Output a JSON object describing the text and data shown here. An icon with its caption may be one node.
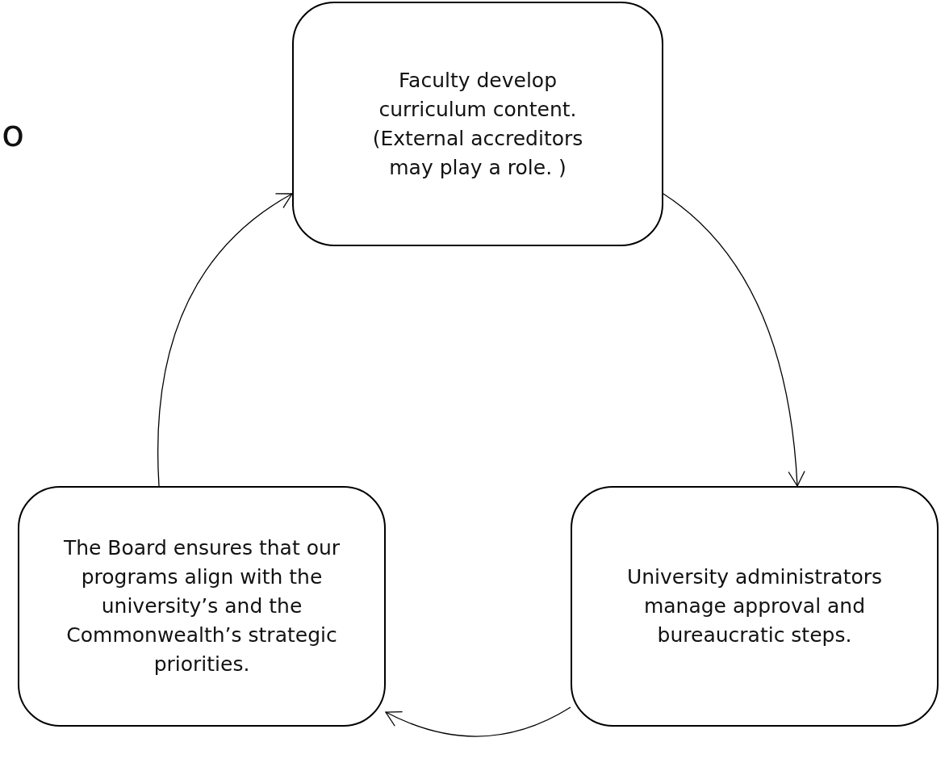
{
  "diagram": {
    "nodes": [
      {
        "text": [
          "Faculty develop curriculum content. (External accreditors may play a role. )"
        ]
      },
      {
        "text": [
          "The Board ensures that our programs align with the university’s and the Commonwealth’s strategic priorities."
        ]
      },
      {
        "text": [
          "University administrators manage approval and bureaucratic steps."
        ]
      }
    ],
    "edges": [
      {
        "from": 0,
        "to": 2,
        "arrow": "to"
      },
      {
        "from": 2,
        "to": 1,
        "arrow": "to"
      },
      {
        "from": 1,
        "to": 0,
        "arrow": "to"
      }
    ],
    "labels": [
      "o"
    ]
  }
}
